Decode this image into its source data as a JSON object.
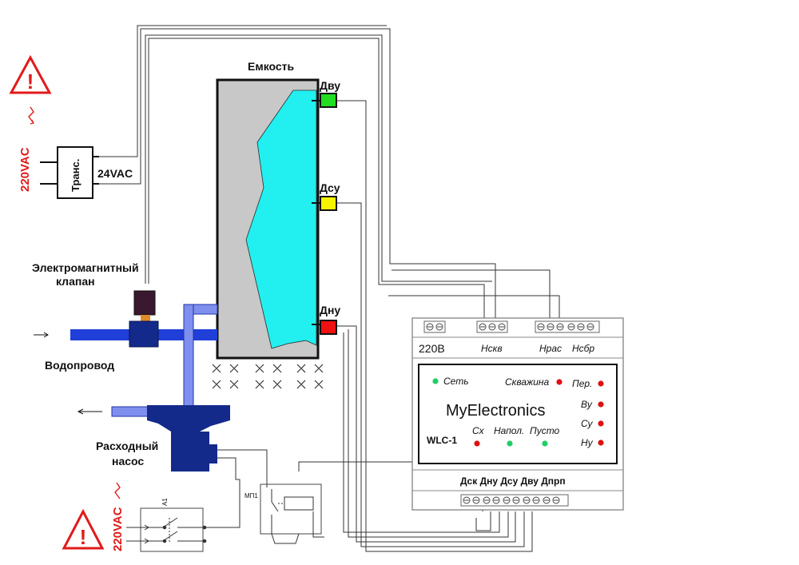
{
  "labels": {
    "tank": "Емкость",
    "sensor_top": "Дву",
    "sensor_mid": "Дсу",
    "sensor_low": "Дну",
    "voltage_top": "220VAC",
    "voltage_bottom": "220VAC",
    "transformer": "Транс.",
    "voltage_24": "24VAC",
    "valve_line1": "Электромагнитный",
    "valve_line2": "клапан",
    "water_supply": "Водопровод",
    "pump_line1": "Расходный",
    "pump_line2": "насос",
    "relay": "МП1",
    "breaker": "А1"
  },
  "controller": {
    "voltage": "220В",
    "terminal_hskv": "Нскв",
    "terminal_hras": "Нрас",
    "terminal_hsbr": "Нсбр",
    "brand": "MyElectronics",
    "model": "WLC-1",
    "led_set": "Сеть",
    "led_well": "Скважина",
    "led_per": "Пер.",
    "led_vu": "Ву",
    "led_su": "Су",
    "led_nu": "Ну",
    "led_sx": "Сх",
    "led_fill": "Напол.",
    "led_empty": "Пусто",
    "bottom_terminals": "Дск Дну Дсу Дву Дпрп"
  },
  "colors": {
    "water": "#22f0f0",
    "tank": "#c8c8c8",
    "sensor_top": "#22dd22",
    "sensor_mid": "#f5f500",
    "sensor_low": "#ee1111",
    "led_green": "#22cc66",
    "led_red": "#dd1111",
    "pipe": "#1f3fd8",
    "pump": "#132a8a",
    "warning": "#e21a1a"
  }
}
